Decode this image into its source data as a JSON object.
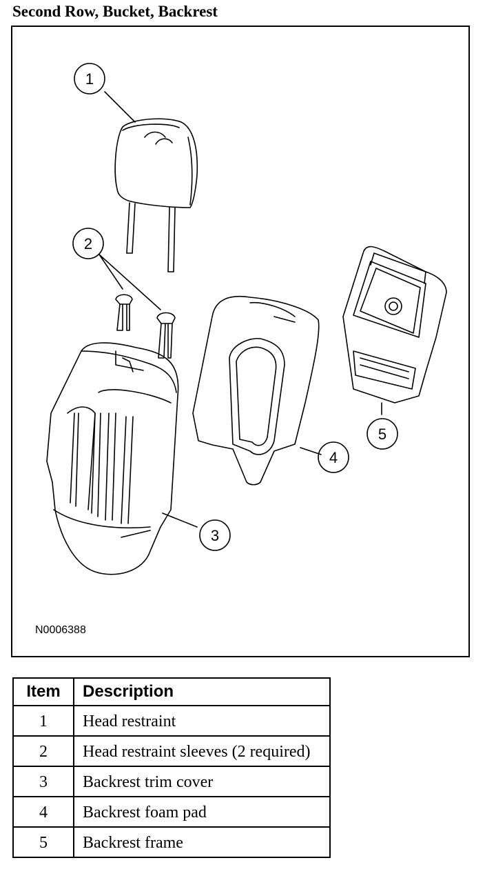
{
  "title": "Second Row, Bucket, Backrest",
  "figure": {
    "id": "N0006388",
    "callouts": [
      "1",
      "2",
      "3",
      "4",
      "5"
    ]
  },
  "legend": {
    "headers": {
      "item": "Item",
      "description": "Description"
    },
    "rows": [
      {
        "item": "1",
        "description": "Head restraint"
      },
      {
        "item": "2",
        "description": "Head restraint sleeves (2 required)"
      },
      {
        "item": "3",
        "description": "Backrest trim cover"
      },
      {
        "item": "4",
        "description": "Backrest foam pad"
      },
      {
        "item": "5",
        "description": "Backrest frame"
      }
    ]
  }
}
